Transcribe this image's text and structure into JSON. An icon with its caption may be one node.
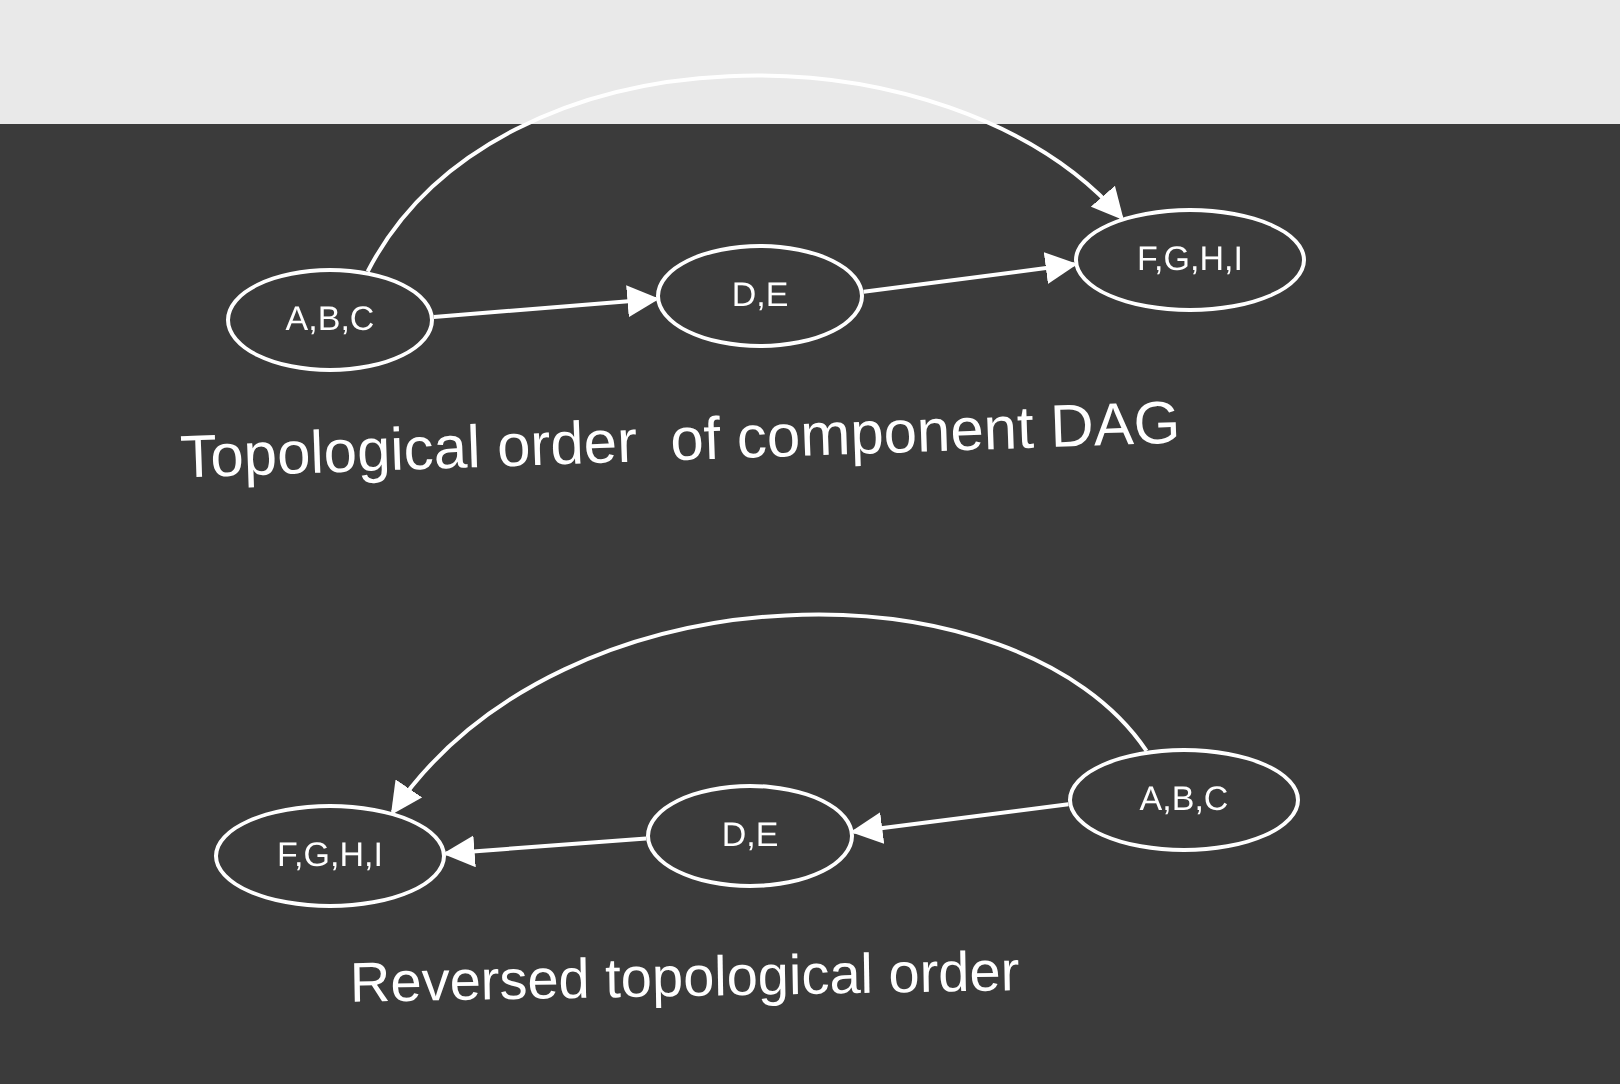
{
  "diagram": {
    "nodes": [
      {
        "text": [
          "A,B,C"
        ]
      },
      {
        "text": [
          "D,E"
        ]
      },
      {
        "text": [
          "F,G,H,I"
        ]
      },
      {
        "text": [
          "F,G,H,I"
        ]
      },
      {
        "text": [
          "D,E"
        ]
      },
      {
        "text": [
          "A,B,C"
        ]
      }
    ],
    "edges": [
      {
        "from": 0,
        "to": 1,
        "arrow": "to"
      },
      {
        "from": 1,
        "to": 2,
        "arrow": "to"
      },
      {
        "from": 0,
        "to": 2,
        "arrow": "to"
      },
      {
        "from": 5,
        "to": 4,
        "arrow": "to"
      },
      {
        "from": 4,
        "to": 3,
        "arrow": "to"
      },
      {
        "from": 5,
        "to": 3,
        "arrow": "to"
      }
    ],
    "labels": [
      "Topological order  of component DAG",
      "Reversed topological order"
    ]
  }
}
